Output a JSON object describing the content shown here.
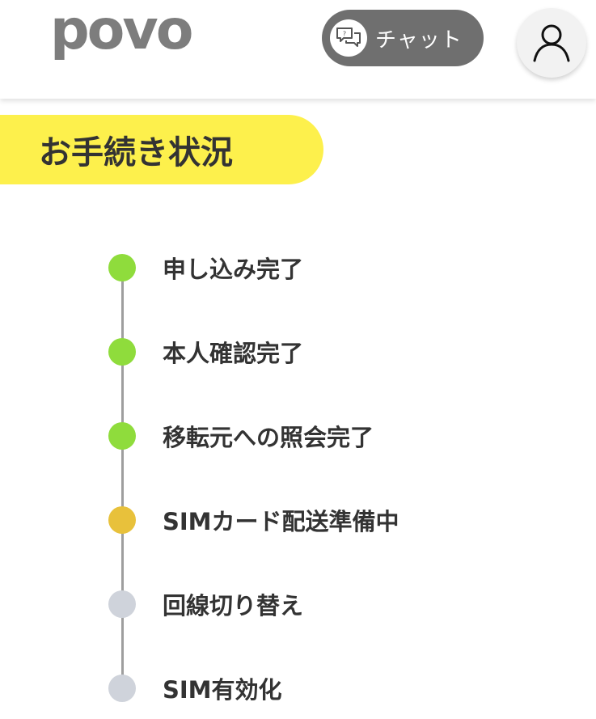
{
  "header": {
    "logo_text": "povo",
    "chat_button_label": "チャット",
    "chat_icon": "chat-bubbles-icon",
    "account_icon": "user-icon"
  },
  "title": "お手続き状況",
  "colors": {
    "brand_yellow": "#fdf04c",
    "completed": "#8fdc3c",
    "in_progress": "#e8c13b",
    "pending": "#cfd3db",
    "chat_bg": "#6f6f6f",
    "text": "#333333"
  },
  "steps": [
    {
      "label": "申し込み完了",
      "status": "completed"
    },
    {
      "label": "本人確認完了",
      "status": "completed"
    },
    {
      "label": "移転元への照会完了",
      "status": "completed"
    },
    {
      "label": "SIMカード配送準備中",
      "status": "in_progress"
    },
    {
      "label": "回線切り替え",
      "status": "pending"
    },
    {
      "label": "SIM有効化",
      "status": "pending"
    }
  ]
}
